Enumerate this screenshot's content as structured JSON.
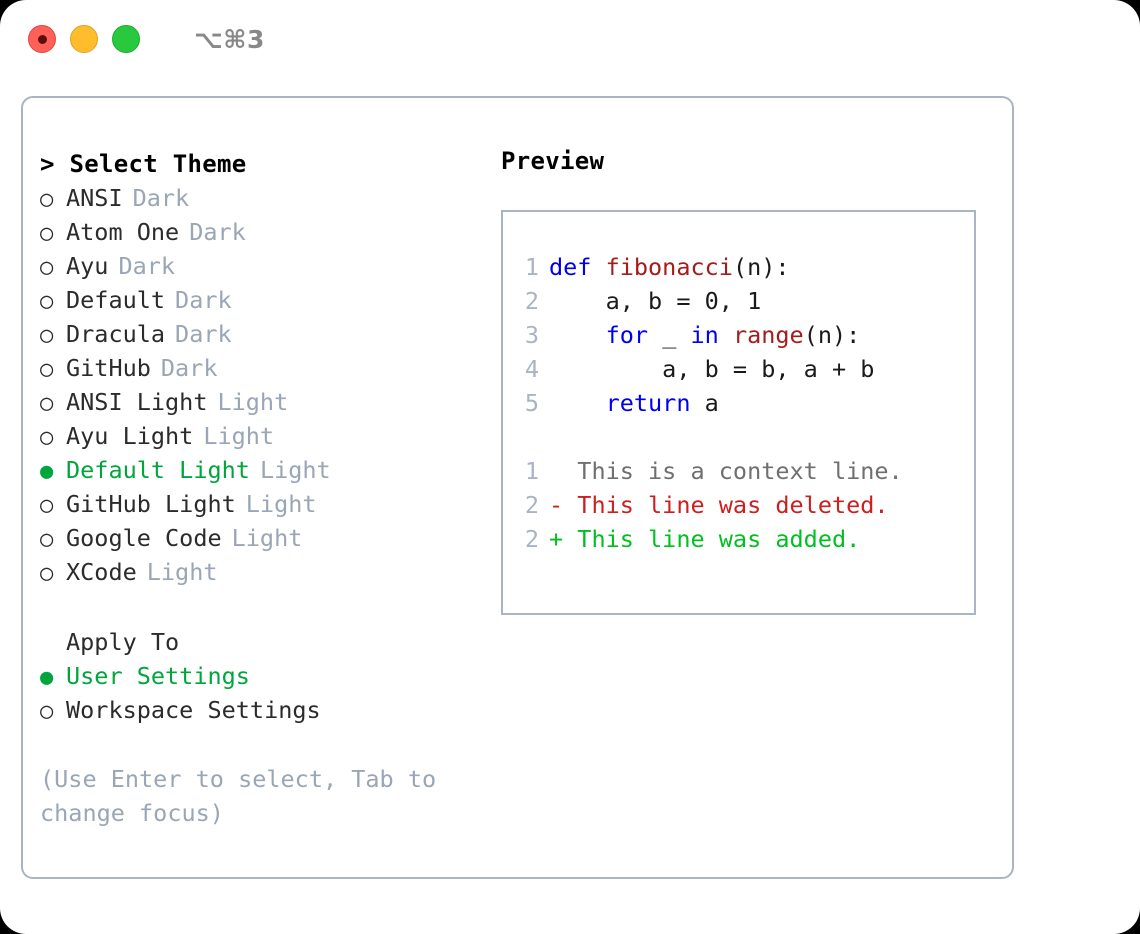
{
  "window": {
    "title": "⌥⌘3",
    "controls": [
      {
        "name": "close",
        "color": "#ff6058"
      },
      {
        "name": "minimize",
        "color": "#ffbd2e"
      },
      {
        "name": "maximize",
        "color": "#28c93f"
      }
    ]
  },
  "colors": {
    "accent_green": "#00a63c",
    "muted": "#9aa5b5",
    "border": "#a9b4c4",
    "keyword_blue": "#0000ee",
    "function_red": "#a61b1b",
    "diff_delete": "#cc1f1f",
    "diff_add": "#00c020"
  },
  "theme_list": {
    "heading": "> Select Theme",
    "items": [
      {
        "bullet": "○",
        "selected": false,
        "name": "ANSI",
        "tag": "Dark"
      },
      {
        "bullet": "○",
        "selected": false,
        "name": "Atom One",
        "tag": "Dark"
      },
      {
        "bullet": "○",
        "selected": false,
        "name": "Ayu",
        "tag": "Dark"
      },
      {
        "bullet": "○",
        "selected": false,
        "name": "Default",
        "tag": "Dark"
      },
      {
        "bullet": "○",
        "selected": false,
        "name": "Dracula",
        "tag": "Dark"
      },
      {
        "bullet": "○",
        "selected": false,
        "name": "GitHub",
        "tag": "Dark"
      },
      {
        "bullet": "○",
        "selected": false,
        "name": "ANSI Light",
        "tag": "Light"
      },
      {
        "bullet": "○",
        "selected": false,
        "name": "Ayu Light",
        "tag": "Light"
      },
      {
        "bullet": "●",
        "selected": true,
        "name": "Default Light",
        "tag": "Light"
      },
      {
        "bullet": "○",
        "selected": false,
        "name": "GitHub Light",
        "tag": "Light"
      },
      {
        "bullet": "○",
        "selected": false,
        "name": "Google Code",
        "tag": "Light"
      },
      {
        "bullet": "○",
        "selected": false,
        "name": "XCode",
        "tag": "Light"
      }
    ]
  },
  "apply_to": {
    "label": "Apply To",
    "items": [
      {
        "bullet": "●",
        "selected": true,
        "name": "User Settings"
      },
      {
        "bullet": "○",
        "selected": false,
        "name": "Workspace Settings"
      }
    ]
  },
  "hint": "(Use Enter to select, Tab to change focus)",
  "preview": {
    "title": "Preview",
    "code_lines": [
      {
        "no": "1",
        "segments": [
          {
            "t": "def ",
            "c": "kw"
          },
          {
            "t": "fibonacci",
            "c": "fn"
          },
          {
            "t": "(n):",
            "c": "plain"
          }
        ]
      },
      {
        "no": "2",
        "segments": [
          {
            "t": "    a, b = 0, 1",
            "c": "plain"
          }
        ]
      },
      {
        "no": "3",
        "segments": [
          {
            "t": "    ",
            "c": "plain"
          },
          {
            "t": "for",
            "c": "kw"
          },
          {
            "t": " _ ",
            "c": "plain"
          },
          {
            "t": "in",
            "c": "kw"
          },
          {
            "t": " ",
            "c": "plain"
          },
          {
            "t": "range",
            "c": "fn"
          },
          {
            "t": "(n):",
            "c": "plain"
          }
        ]
      },
      {
        "no": "4",
        "segments": [
          {
            "t": "        a, b = b, a + b",
            "c": "plain"
          }
        ]
      },
      {
        "no": "5",
        "segments": [
          {
            "t": "    ",
            "c": "plain"
          },
          {
            "t": "return",
            "c": "kw"
          },
          {
            "t": " a",
            "c": "plain"
          }
        ]
      }
    ],
    "diff_lines": [
      {
        "no": "1",
        "marker": "  ",
        "text": "This is a context line.",
        "c": "ctx"
      },
      {
        "no": "2",
        "marker": "- ",
        "text": "This line was deleted.",
        "c": "del"
      },
      {
        "no": "2",
        "marker": "+ ",
        "text": "This line was added.",
        "c": "add"
      }
    ]
  }
}
